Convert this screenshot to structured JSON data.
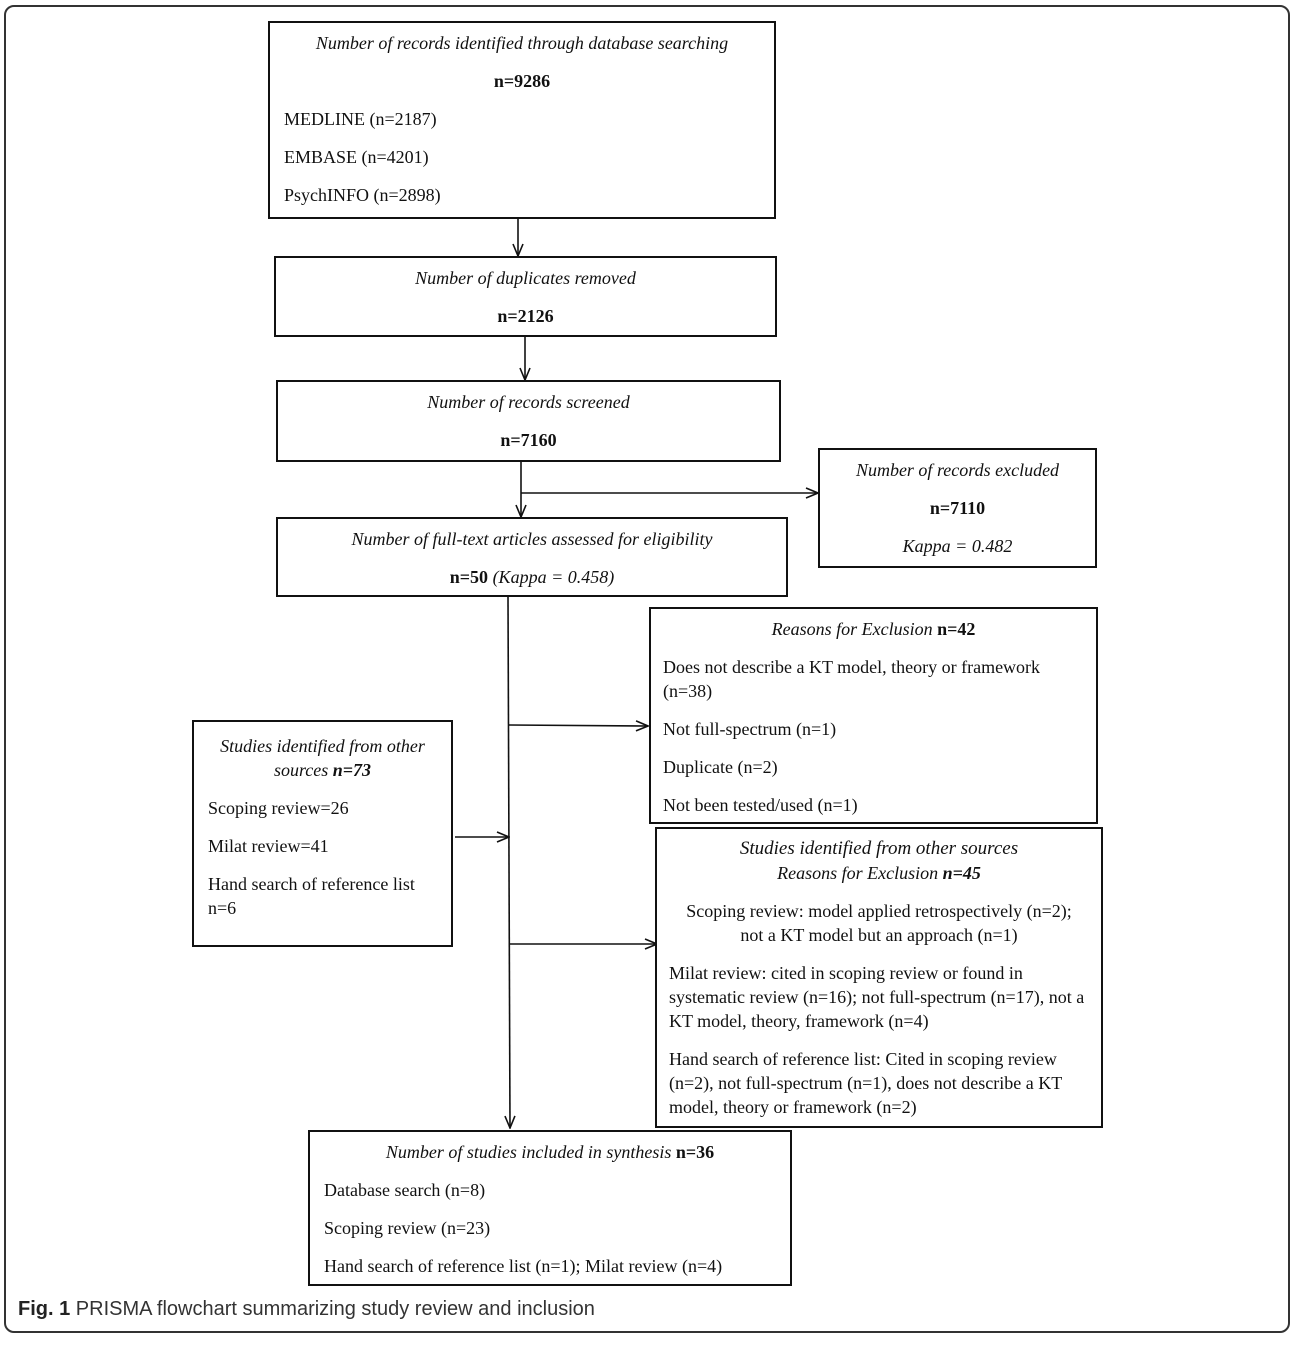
{
  "boxes": {
    "identified": {
      "title": "Number of records identified through database searching",
      "count": "n=9286",
      "items": [
        "MEDLINE (n=2187)",
        "EMBASE (n=4201)",
        "PsychINFO (n=2898)"
      ]
    },
    "duplicates": {
      "title": "Number of duplicates removed",
      "count": "n=2126"
    },
    "screened": {
      "title": "Number of records screened",
      "count": "n=7160"
    },
    "excluded": {
      "title": "Number of records excluded",
      "count": "n=7110",
      "kappa": "Kappa = 0.482"
    },
    "fulltext": {
      "title": "Number of full-text articles assessed for eligibility",
      "count": "n=50",
      "kappa": "(Kappa = 0.458)"
    },
    "reasons": {
      "title": "Reasons for Exclusion",
      "count": "n=42",
      "items": [
        "Does not describe a KT model, theory or framework (n=38)",
        "Not full-spectrum (n=1)",
        "Duplicate (n=2)",
        "Not been tested/used (n=1)"
      ]
    },
    "other_sources": {
      "title": "Studies identified from other sources",
      "count": "n=73",
      "items": [
        "Scoping review=26",
        "Milat review=41",
        "Hand search of reference list n=6"
      ]
    },
    "other_reasons": {
      "title": "Studies identified from other sources",
      "subtitle": "Reasons for Exclusion",
      "count": "n=45",
      "items": [
        "Scoping review:  model applied retrospectively (n=2); not a KT model but an approach (n=1)",
        "Milat review:  cited in scoping review or found in systematic review (n=16); not full-spectrum (n=17), not a KT model, theory, framework (n=4)",
        "Hand search of reference list:  Cited in scoping review (n=2), not full-spectrum (n=1), does not describe a KT model, theory or framework (n=2)"
      ]
    },
    "included": {
      "title": "Number of studies included in synthesis",
      "count": "n=36",
      "items": [
        "Database search (n=8)",
        "Scoping review (n=23)",
        "Hand search of reference list (n=1); Milat review  (n=4)"
      ]
    }
  },
  "caption": {
    "label": "Fig. 1",
    "text": "PRISMA flowchart summarizing study review and inclusion"
  }
}
